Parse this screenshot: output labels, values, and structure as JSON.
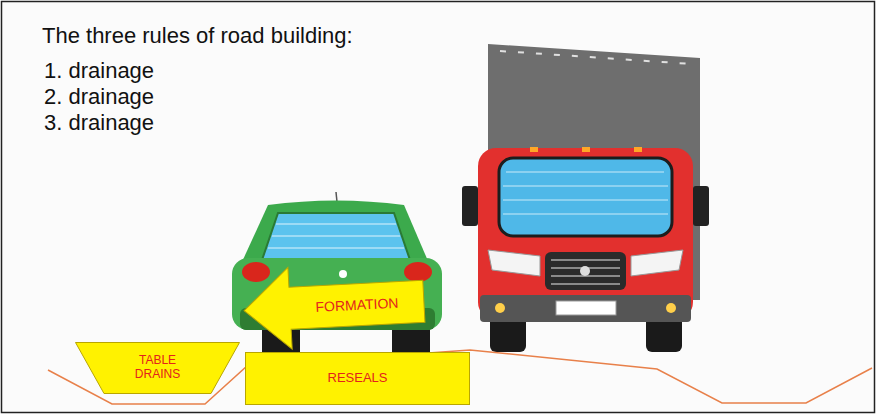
{
  "diagram": {
    "title": "The three rules of road building:",
    "nodes": [
      {
        "text": [
          "FORMATION"
        ]
      },
      {
        "text": [
          "TABLE DRAINS"
        ]
      },
      {
        "text": [
          "RESEALS"
        ]
      }
    ],
    "labels": [
      "1. drainage",
      "2. drainage",
      "3. drainage"
    ]
  }
}
